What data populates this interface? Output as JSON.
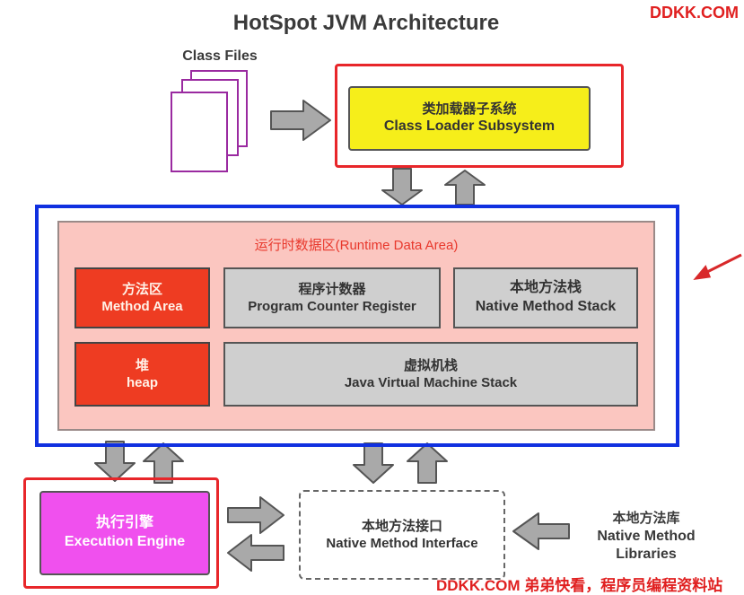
{
  "title": "HotSpot JVM Architecture",
  "watermark_top": "DDKK.COM",
  "watermark_bottom": "DDKK.COM 弟弟快看，程序员编程资料站",
  "class_files_label": "Class Files",
  "class_loader": {
    "cn": "类加载器子系统",
    "en": "Class Loader Subsystem"
  },
  "runtime": {
    "title": "运行时数据区(Runtime Data Area)",
    "method_area": {
      "cn": "方法区",
      "en": "Method Area"
    },
    "pc_register": {
      "cn": "程序计数器",
      "en": "Program Counter Register"
    },
    "native_stack": {
      "cn": "本地方法栈",
      "en": "Native Method Stack"
    },
    "heap": {
      "cn": "堆",
      "en": "heap"
    },
    "jvm_stack": {
      "cn": "虚拟机栈",
      "en": "Java Virtual Machine Stack"
    }
  },
  "execution_engine": {
    "cn": "执行引擎",
    "en": "Execution Engine"
  },
  "native_interface": {
    "cn": "本地方法接口",
    "en": "Native Method Interface"
  },
  "native_libraries": {
    "cn": "本地方法库",
    "en_line1": "Native Method",
    "en_line2": "Libraries"
  },
  "colors": {
    "highlight_frame": "#e8262a",
    "runtime_border": "#1030e0",
    "class_loader_fill": "#f6ee1a",
    "memory_red": "#ee3c22",
    "memory_gray": "#cfcfcf",
    "execution_engine_fill": "#f050ee",
    "runtime_fill": "#fbc6c0"
  }
}
